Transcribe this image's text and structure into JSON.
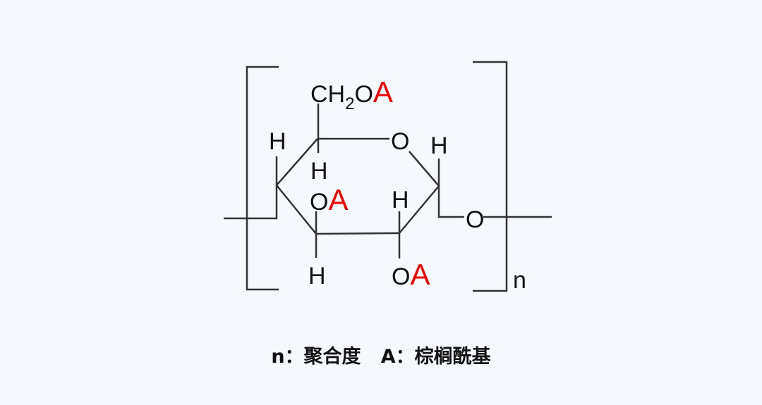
{
  "diagram": {
    "atoms": {
      "ch2": "CH",
      "sub2": "2",
      "o_generic": "O",
      "h": "H",
      "a": "A",
      "n": "n"
    },
    "colors": {
      "substituent": "#f00000",
      "bond": "#333333"
    }
  },
  "caption": {
    "n_label": "n：聚合度",
    "a_label": "A：棕榈酰基"
  }
}
